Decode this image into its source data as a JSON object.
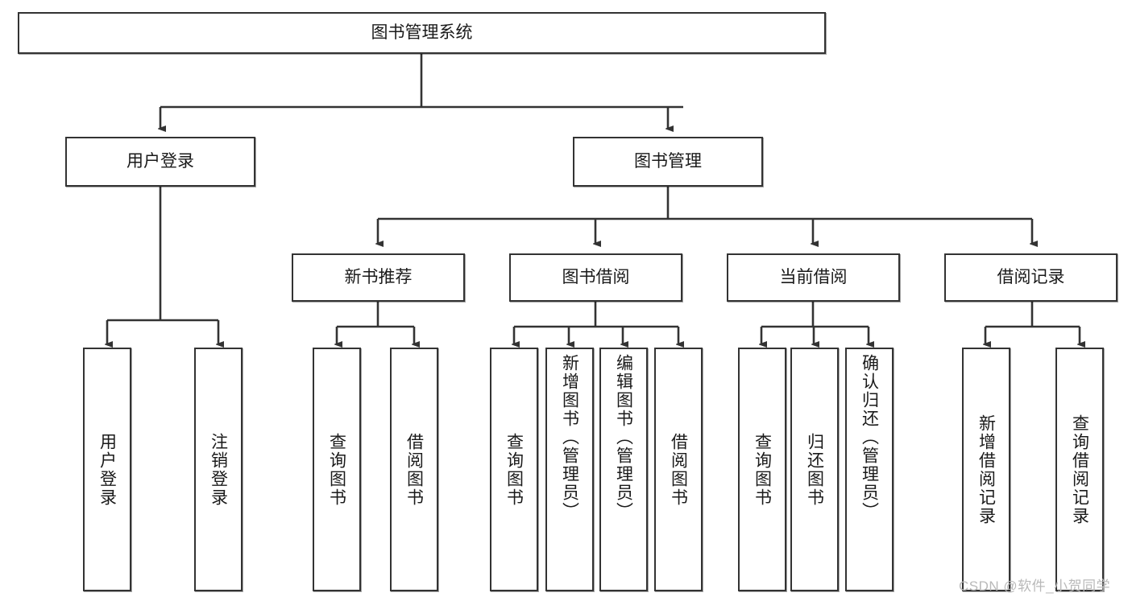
{
  "diagram": {
    "type": "hierarchy-tree",
    "title": "图书管理系统",
    "watermark": "CSDN @软件_小贺同学",
    "root": {
      "id": "root",
      "label": "图书管理系统"
    },
    "level2": [
      {
        "id": "user-login",
        "label": "用户登录"
      },
      {
        "id": "book-manage",
        "label": "图书管理"
      }
    ],
    "level3": [
      {
        "id": "new-book-recommend",
        "label": "新书推荐",
        "parent": "book-manage"
      },
      {
        "id": "book-borrow",
        "label": "图书借阅",
        "parent": "book-manage"
      },
      {
        "id": "current-borrow",
        "label": "当前借阅",
        "parent": "book-manage"
      },
      {
        "id": "borrow-record",
        "label": "借阅记录",
        "parent": "book-manage"
      }
    ],
    "leaves": [
      {
        "id": "leaf-user-login",
        "label": "用户登录",
        "parent": "user-login"
      },
      {
        "id": "leaf-user-logout",
        "label": "注销登录",
        "parent": "user-login"
      },
      {
        "id": "leaf-query-book-1",
        "label": "查询图书",
        "parent": "new-book-recommend"
      },
      {
        "id": "leaf-borrow-book-1",
        "label": "借阅图书",
        "parent": "new-book-recommend"
      },
      {
        "id": "leaf-query-book-2",
        "label": "查询图书",
        "parent": "book-borrow"
      },
      {
        "id": "leaf-add-book",
        "label": "新增图书（管理员）",
        "parent": "book-borrow"
      },
      {
        "id": "leaf-edit-book",
        "label": "编辑图书（管理员）",
        "parent": "book-borrow"
      },
      {
        "id": "leaf-borrow-book-2",
        "label": "借阅图书",
        "parent": "book-borrow"
      },
      {
        "id": "leaf-query-book-3",
        "label": "查询图书",
        "parent": "current-borrow"
      },
      {
        "id": "leaf-return-book",
        "label": "归还图书",
        "parent": "current-borrow"
      },
      {
        "id": "leaf-confirm-return",
        "label": "确认归还（管理员）",
        "parent": "current-borrow"
      },
      {
        "id": "leaf-add-record",
        "label": "新增借阅记录",
        "parent": "borrow-record"
      },
      {
        "id": "leaf-query-record",
        "label": "查询借阅记录",
        "parent": "borrow-record"
      }
    ],
    "colors": {
      "stroke": "#333333",
      "fill": "#ffffff",
      "text": "#1a1a1a",
      "watermark": "#b9b9b9"
    }
  }
}
